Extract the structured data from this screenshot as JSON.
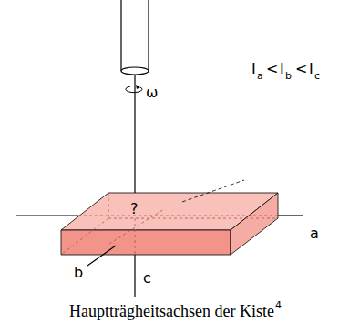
{
  "diagram": {
    "caption": "Hauptträgheitsachsen der Kiste",
    "labels": [
      "ω",
      "I",
      "a",
      "<",
      "I",
      "b",
      "<",
      "I",
      "c",
      "a",
      "b",
      "c",
      "?",
      "4"
    ]
  }
}
